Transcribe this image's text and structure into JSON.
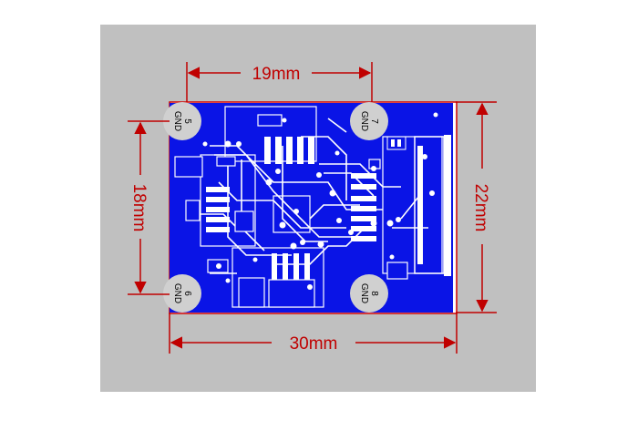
{
  "colors": {
    "page_background": "#ffffff",
    "panel_background": "#c0c0c0",
    "board_copper": "#0a14e6",
    "board_outline": "#d00000",
    "trace": "#ffffff",
    "dimension": "#c00000",
    "pad": "#d0d0d0"
  },
  "dimensions": {
    "top": "19mm",
    "left": "18mm",
    "right": "22mm",
    "bottom": "30mm"
  },
  "holes": [
    {
      "number": "5",
      "label": "GND"
    },
    {
      "number": "7",
      "label": "GND"
    },
    {
      "number": "6",
      "label": "GND"
    },
    {
      "number": "8",
      "label": "GND"
    }
  ]
}
